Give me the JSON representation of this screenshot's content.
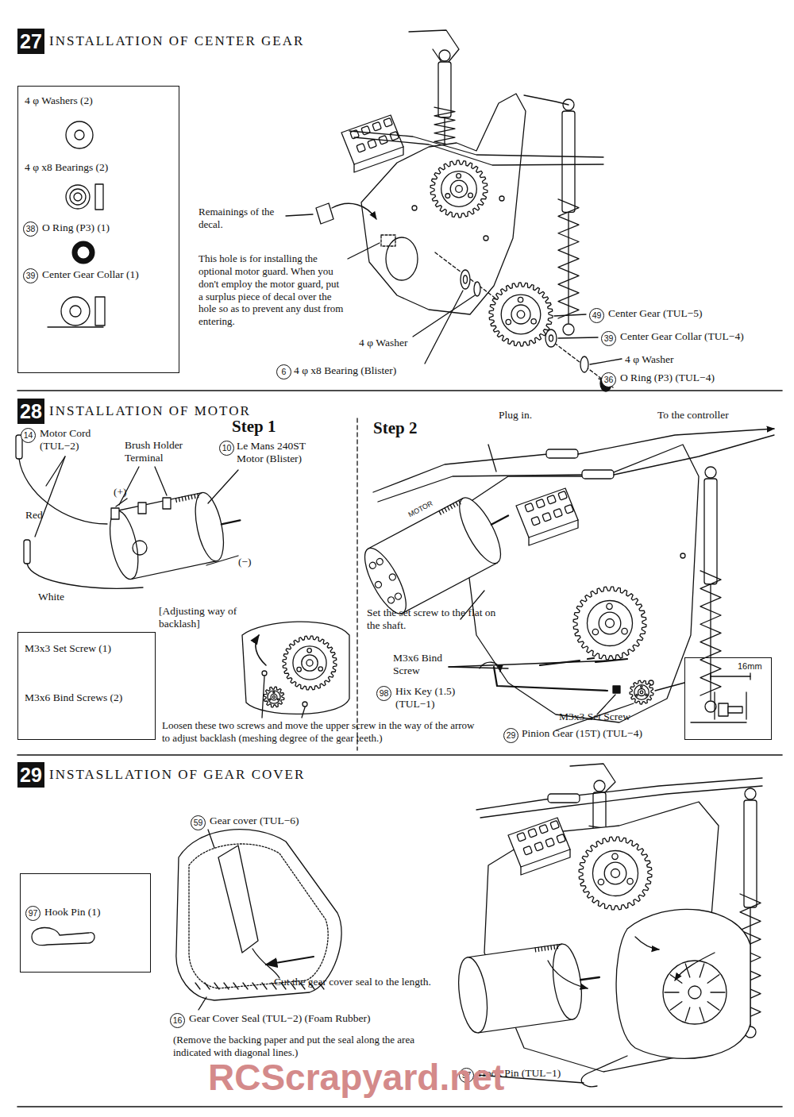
{
  "diagram": {
    "nodes": [
      {
        "text": [
          "27",
          "INSTALLATION OF CENTER GEAR"
        ]
      },
      {
        "text": [
          "4 φ Washers (2)",
          "4 φ x8 Bearings (2)",
          "38",
          "O Ring (P3) (1)",
          "39",
          "Center Gear Collar (1)"
        ]
      },
      {
        "text": [
          "28",
          "INSTALLATION OF MOTOR"
        ]
      },
      {
        "text": [
          "M3x3 Set Screw (1)",
          "M3x6 Bind Screws (2)"
        ]
      },
      {
        "text": [
          "16mm"
        ]
      },
      {
        "text": [
          "29",
          "INSTASLLATION OF GEAR COVER"
        ]
      },
      {
        "text": [
          "97",
          "Hook Pin (1)"
        ]
      }
    ],
    "labels": [
      "Remainings of the decal.",
      "This hole is for installing the optional motor guard. When you don't employ the motor guard, put a surplus piece of decal over the hole so as to prevent any dust from entering.",
      "4 φ Washer",
      "6",
      "4 φ x8 Bearing (Blister)",
      "49",
      "Center Gear (TUL−5)",
      "39",
      "Center Gear Collar (TUL−4)",
      "4 φ Washer",
      "36",
      "O Ring (P3) (TUL−4)",
      "Step 1",
      "Step 2",
      "14",
      "Motor Cord (TUL−2)",
      "Brush Holder Terminal",
      "10",
      "Le Mans 240ST Motor (Blister)",
      "(+)",
      "(−)",
      "Red",
      "White",
      "[Adjusting way of backlash]",
      "Loosen these two screws and move the upper screw in the way of the arrow to adjust backlash (meshing degree of the gear teeth.)",
      "Plug in.",
      "To the controller",
      "MOTOR",
      "Set the set screw to the flat on the shaft.",
      "M3x6 Bind Screw",
      "98",
      "Hix Key (1.5) (TUL−1)",
      "M3x3 Set Screw",
      "29",
      "Pinion Gear (15T) (TUL−4)",
      "59",
      "Gear cover (TUL−6)",
      "Cut the gear cover seal to the length.",
      "16",
      "Gear Cover Seal (TUL−2) (Foam Rubber)",
      "(Remove the backing paper and put the seal along the area indicated with diagonal lines.)",
      "97",
      "Hook Pin (TUL−1)",
      "RCScrapyard.net"
    ]
  }
}
